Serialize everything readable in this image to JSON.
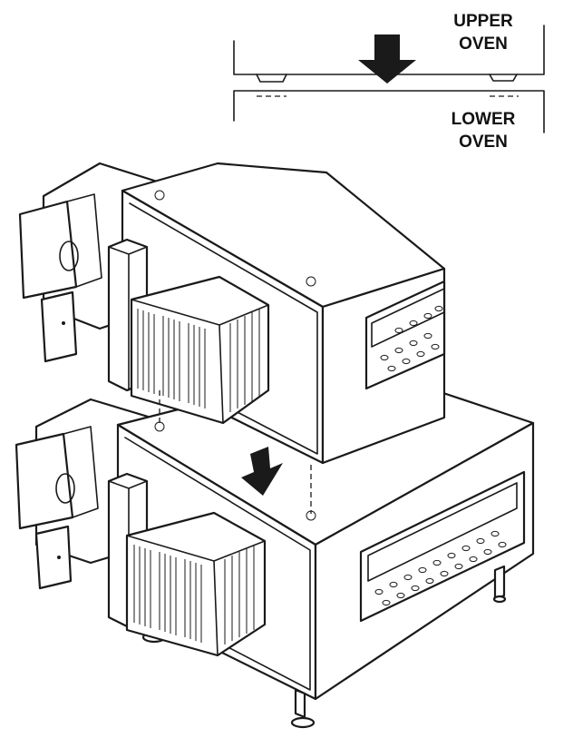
{
  "labels": {
    "upper_oven": [
      "UPPER",
      "OVEN"
    ],
    "lower_oven": [
      "LOWER",
      "OVEN"
    ]
  },
  "colors": {
    "line": "#1a1a1a",
    "background": "#ffffff",
    "arrow": "#1a1a1a"
  },
  "icons": {
    "stacking_arrow": "down-arrow-icon"
  }
}
